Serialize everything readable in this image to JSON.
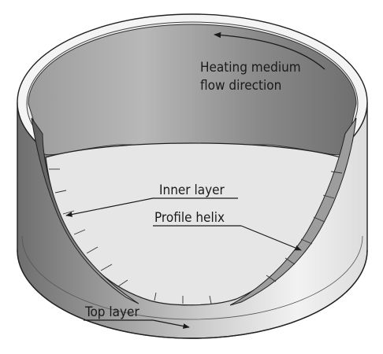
{
  "labels": {
    "heating_line1": "Heating medium",
    "heating_line2": "flow direction",
    "inner_layer": "Inner layer",
    "profile_helix": "Profile helix",
    "top_layer": "Top layer"
  },
  "colors": {
    "outer_wall_dark": "#7a7a7a",
    "outer_wall_light": "#ececec",
    "inner_wall_dark": "#8c8c8c",
    "inner_floor": "#e6e6e6",
    "outline": "#222222"
  }
}
